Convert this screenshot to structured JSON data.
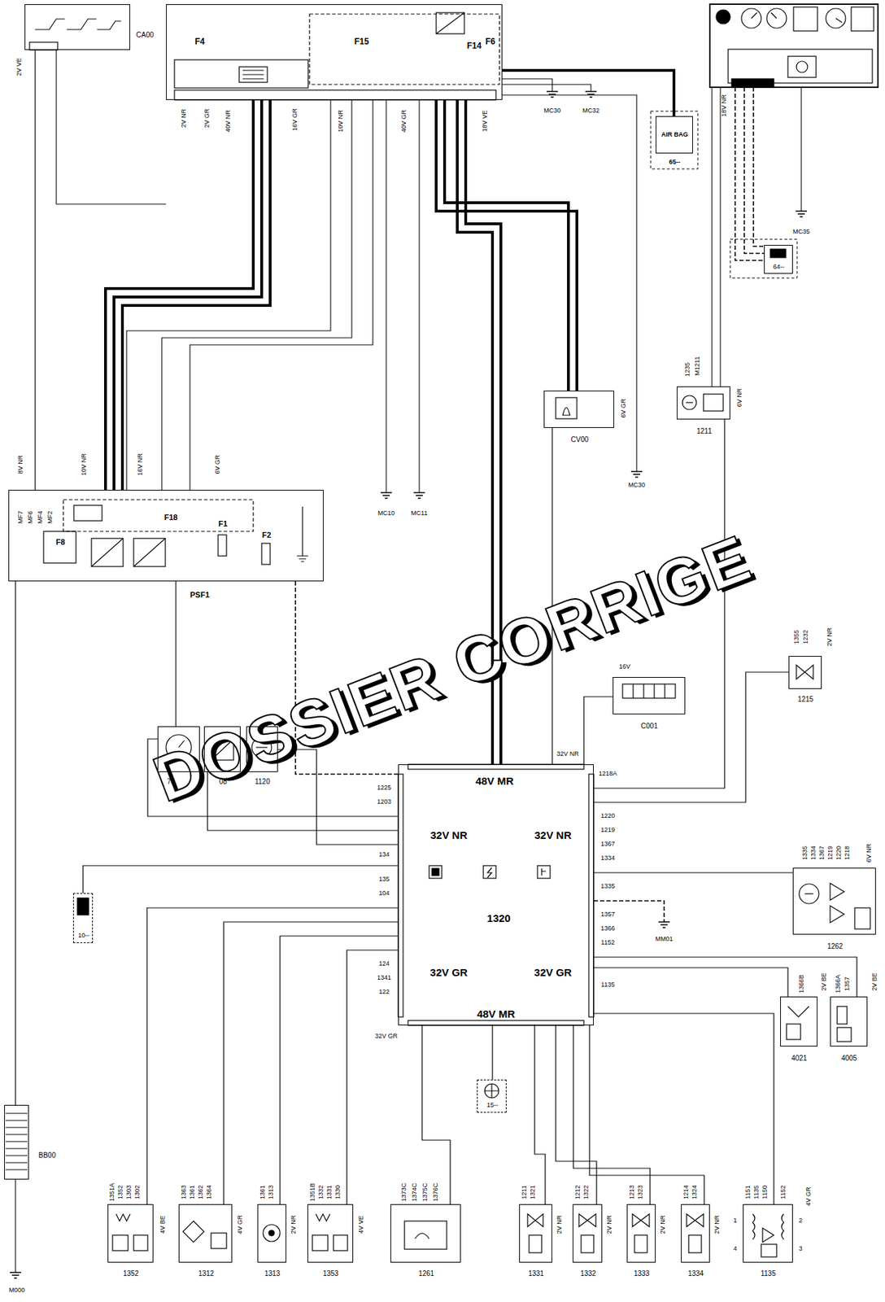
{
  "diagram": {
    "nodes": [
      {
        "text": [
          "CA00"
        ]
      },
      {
        "text": [
          "F4",
          "F15",
          "F14",
          "F6"
        ]
      },
      {
        "text": [
          "AIR BAG",
          "65--"
        ]
      },
      {
        "text": [
          "64--"
        ]
      },
      {
        "text": [
          "F8",
          "F18",
          "F1",
          "F2",
          "PSF1"
        ]
      },
      {
        "text": [
          "CV00"
        ]
      },
      {
        "text": [
          "1211"
        ]
      },
      {
        "text": [
          "1215"
        ]
      },
      {
        "text": [
          "C001"
        ]
      },
      {
        "text": [
          "73"
        ]
      },
      {
        "text": [
          "08"
        ]
      },
      {
        "text": [
          "1120"
        ]
      },
      {
        "text": [
          "48V MR",
          "32V NR",
          "32V NR",
          "1320",
          "32V GR",
          "32V GR",
          "48V MR"
        ]
      },
      {
        "text": [
          "10--"
        ]
      },
      {
        "text": [
          "1262"
        ]
      },
      {
        "text": [
          "4021"
        ]
      },
      {
        "text": [
          "4005"
        ]
      },
      {
        "text": [
          "15--"
        ]
      },
      {
        "text": [
          "1352"
        ]
      },
      {
        "text": [
          "1312"
        ]
      },
      {
        "text": [
          "1313"
        ]
      },
      {
        "text": [
          "1353"
        ]
      },
      {
        "text": [
          "1261"
        ]
      },
      {
        "text": [
          "1331"
        ]
      },
      {
        "text": [
          "1332"
        ]
      },
      {
        "text": [
          "1333"
        ]
      },
      {
        "text": [
          "1334"
        ]
      },
      {
        "text": [
          "1135"
        ]
      },
      {
        "text": [
          "BB00"
        ]
      }
    ],
    "edges": [
      {
        "from": 0,
        "to": 4,
        "arrow": "none"
      },
      {
        "from": 1,
        "to": 4,
        "arrow": "none"
      },
      {
        "from": 1,
        "to": 5,
        "arrow": "none"
      },
      {
        "from": 1,
        "to": 12,
        "arrow": "none"
      },
      {
        "from": 1,
        "to": 2,
        "arrow": "none"
      },
      {
        "from": 4,
        "to": 12,
        "arrow": "none"
      },
      {
        "from": 4,
        "to": 28,
        "arrow": "none"
      },
      {
        "from": 4,
        "to": 9,
        "arrow": "none"
      },
      {
        "from": 5,
        "to": 12,
        "arrow": "none"
      },
      {
        "from": 6,
        "to": 12,
        "arrow": "none"
      },
      {
        "from": 7,
        "to": 12,
        "arrow": "none"
      },
      {
        "from": 8,
        "to": 12,
        "arrow": "none"
      },
      {
        "from": 9,
        "to": 12,
        "arrow": "none"
      },
      {
        "from": 10,
        "to": 12,
        "arrow": "none"
      },
      {
        "from": 11,
        "to": 12,
        "arrow": "none"
      },
      {
        "from": 13,
        "to": 12,
        "arrow": "none"
      },
      {
        "from": 12,
        "to": 14,
        "arrow": "none"
      },
      {
        "from": 12,
        "to": 15,
        "arrow": "none"
      },
      {
        "from": 12,
        "to": 16,
        "arrow": "none"
      },
      {
        "from": 12,
        "to": 27,
        "arrow": "none"
      },
      {
        "from": 12,
        "to": 17,
        "arrow": "none"
      },
      {
        "from": 12,
        "to": 18,
        "arrow": "none"
      },
      {
        "from": 12,
        "to": 19,
        "arrow": "none"
      },
      {
        "from": 12,
        "to": 20,
        "arrow": "none"
      },
      {
        "from": 12,
        "to": 21,
        "arrow": "none"
      },
      {
        "from": 12,
        "to": 22,
        "arrow": "none"
      },
      {
        "from": 12,
        "to": 23,
        "arrow": "none"
      },
      {
        "from": 12,
        "to": 24,
        "arrow": "none"
      },
      {
        "from": 12,
        "to": 25,
        "arrow": "none"
      },
      {
        "from": 12,
        "to": 26,
        "arrow": "none"
      }
    ],
    "labels": [
      "MC10",
      "MC11",
      "MC30",
      "MC32",
      "MC35",
      "MC30",
      "MM01",
      "M000",
      "DOSSIER CORRIGE",
      "2V VE",
      "2V NR",
      "2V GR",
      "40V NR",
      "16V GR",
      "10V NR",
      "40V GR",
      "18V VE",
      "18V NR",
      "8V NR",
      "10V NR",
      "16V NR",
      "6V GR",
      "6V GR",
      "6V NR",
      "2V NR",
      "16V",
      "32V NR",
      "32V GR",
      "6V NR",
      "2V BE",
      "2V BE",
      "4V BE",
      "4V GR",
      "2V NR",
      "4V VE",
      "2V NR",
      "2V NR",
      "2V NR",
      "2V NR",
      "4V GR",
      "1",
      "4",
      "2",
      "3",
      "1211",
      "1321",
      "1212",
      "1322",
      "1213",
      "1323",
      "1214",
      "1324",
      "1151",
      "1135",
      "1150",
      "1152",
      "1351A",
      "1352",
      "1303",
      "1302",
      "1363",
      "1361",
      "1362",
      "1364",
      "1361",
      "1313",
      "1351B",
      "1332",
      "1331",
      "1330",
      "1373C",
      "1374C",
      "1375C",
      "1376C",
      "1225",
      "1203",
      "134",
      "135",
      "104",
      "124",
      "1341",
      "122",
      "1218A",
      "1220",
      "1219",
      "1367",
      "1334",
      "1335",
      "1357",
      "1366",
      "1152",
      "1135",
      "MF7",
      "MF6",
      "MF4",
      "MF2",
      "1235",
      "M1211",
      "1355",
      "1232",
      "1335",
      "1334",
      "1367",
      "1219",
      "1220",
      "1218",
      "1366B",
      "1366A",
      "1357"
    ]
  }
}
